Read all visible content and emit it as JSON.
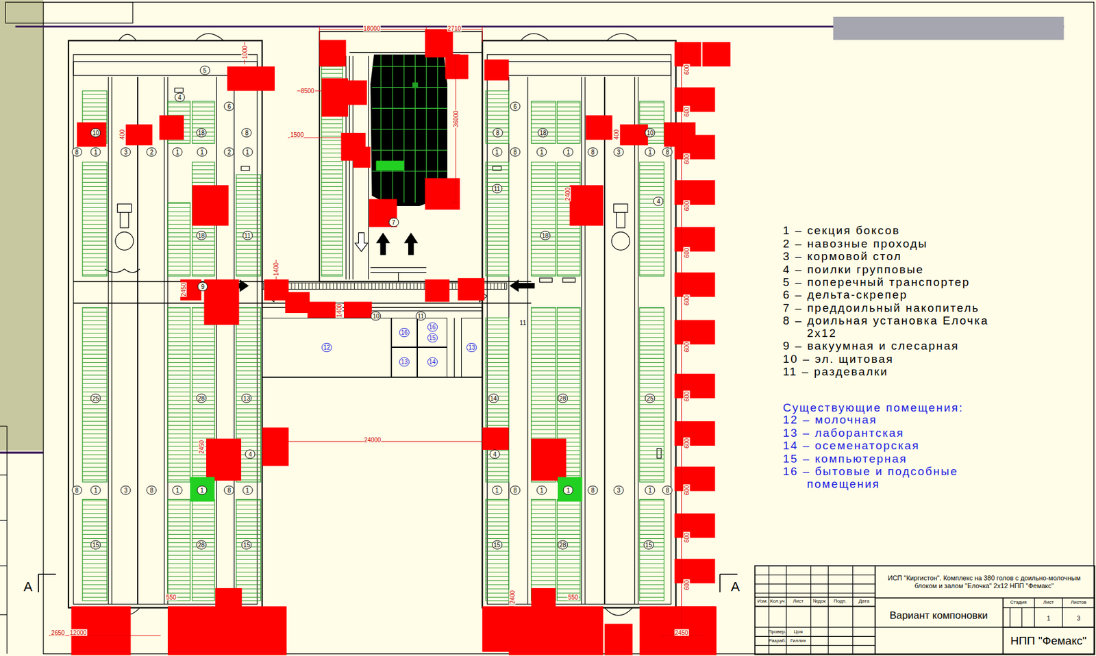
{
  "diagram": {
    "nodes": [
      {
        "text": [
          "12"
        ]
      },
      {
        "text": [
          "16"
        ]
      },
      {
        "text": [
          "16",
          "15"
        ]
      },
      {
        "text": [
          "13"
        ]
      },
      {
        "text": [
          "14"
        ]
      },
      {
        "text": [
          "13"
        ]
      }
    ],
    "labels": [
      "1 – секция боксов",
      "2 – навозные проходы",
      "3 – кормовой стол",
      "4 – поилки групповые",
      "5 – поперечный транспортер",
      "6 – дельта-скрепер",
      "7 – преддоильный накопитель",
      "8 – доильная установка Елочка 2х12",
      "9 – вакуумная и слесарная",
      "10 – эл. щитовая",
      "11 – раздевалки",
      "Существующие помещения:",
      "12 – молочная",
      "13 – лаборантская",
      "14 – осеменаторская",
      "15 – компьютерная",
      "16 – бытовые и подсобные помещения",
      "5",
      "4",
      "6",
      "10",
      "18",
      "8",
      "8",
      "1",
      "3",
      "2",
      "1",
      "1",
      "2",
      "1",
      "18",
      "11",
      "9",
      "25",
      "28",
      "13",
      "4",
      "8",
      "1",
      "3",
      "8",
      "1",
      "1",
      "8",
      "1",
      "15",
      "28",
      "15",
      "7",
      "10",
      "11",
      "6",
      "8",
      "18",
      "10",
      "1",
      "8",
      "1",
      "1",
      "8",
      "3",
      "1",
      "8",
      "11",
      "4",
      "18",
      "14",
      "28",
      "25",
      "4",
      "1",
      "8",
      "1",
      "1",
      "8",
      "3",
      "1",
      "8",
      "15",
      "28",
      "15",
      "11",
      "1000",
      "18000",
      "2710",
      "8500",
      "1500",
      "36000",
      "400",
      "400",
      "2400",
      "1400",
      "2450",
      "1400",
      "24000",
      "2450",
      "550",
      "550",
      "2400",
      "2650",
      "12000",
      "2450",
      "600",
      "600",
      "600",
      "600",
      "600",
      "600",
      "600",
      "600",
      "600",
      "600",
      "600",
      "600",
      "А",
      "А",
      "ИСП \"Киргистон\". Комплекс на 380 голов с доильно-молочным блоком и залом \"Елочка\" 2х12 НПП \"Фемакс\"",
      "Изм.",
      "Кол.уч",
      "Лист",
      "№док",
      "Подп.",
      "Дата",
      "Вариант компоновки",
      "Стадия",
      "Лист",
      "Листов",
      "1",
      "3",
      "НПП \"Фемакс\"",
      "Провер.",
      "Цоя",
      "Разраб.",
      "Гиллих"
    ]
  }
}
